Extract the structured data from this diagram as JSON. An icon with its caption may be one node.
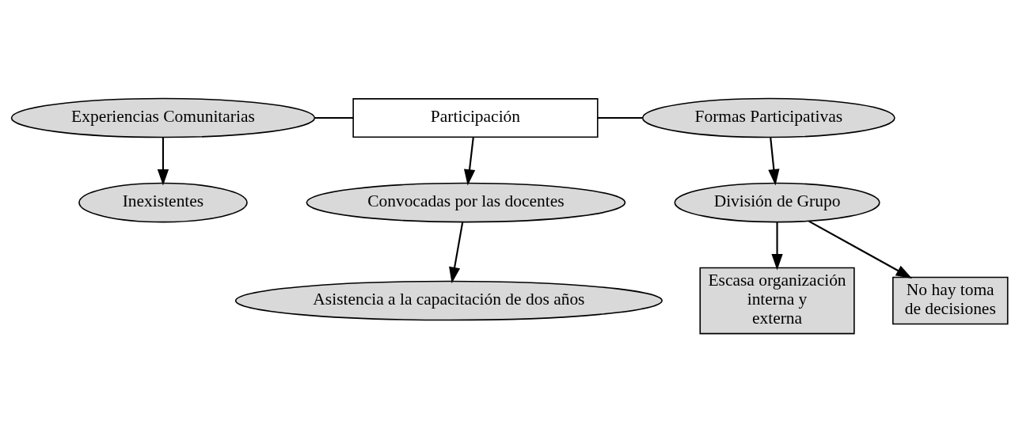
{
  "diagram": {
    "nodes": [
      {
        "text": [
          "Experiencias Comunitarias"
        ]
      },
      {
        "text": [
          "Participación"
        ]
      },
      {
        "text": [
          "Formas Participativas"
        ]
      },
      {
        "text": [
          "Inexistentes"
        ]
      },
      {
        "text": [
          "Convocadas por las docentes"
        ]
      },
      {
        "text": [
          "Asistencia a la capacitación de dos años"
        ]
      },
      {
        "text": [
          "División de Grupo"
        ]
      },
      {
        "text": [
          "Escasa organización interna y externa"
        ]
      },
      {
        "text": [
          "No hay toma de decisiones"
        ]
      }
    ],
    "edges": [
      {
        "from": 0,
        "to": 1,
        "arrow": "none"
      },
      {
        "from": 1,
        "to": 2,
        "arrow": "none"
      },
      {
        "from": 0,
        "to": 3,
        "arrow": "to"
      },
      {
        "from": 1,
        "to": 4,
        "arrow": "to"
      },
      {
        "from": 4,
        "to": 5,
        "arrow": "to"
      },
      {
        "from": 2,
        "to": 6,
        "arrow": "to"
      },
      {
        "from": 6,
        "to": 7,
        "arrow": "to"
      },
      {
        "from": 6,
        "to": 8,
        "arrow": "to"
      }
    ]
  }
}
